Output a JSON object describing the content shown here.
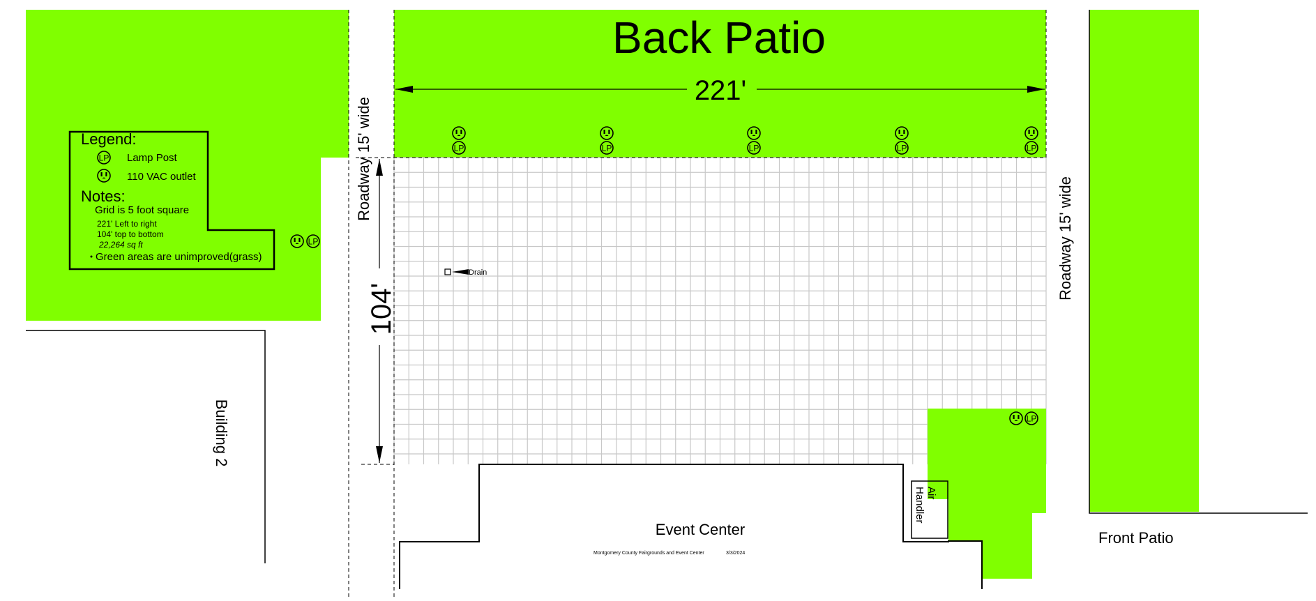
{
  "title": "Back Patio",
  "dimensions": {
    "width_label": "221'",
    "height_label": "104'"
  },
  "roadways": {
    "left": "Roadway 15' wide",
    "right": "Roadway 15' wide"
  },
  "legend": {
    "heading": "Legend:",
    "lamp_post": "Lamp Post",
    "outlet": "110 VAC outlet",
    "notes_heading": "Notes:",
    "note_grid": "Grid is 5 foot square",
    "note_lr": "221' Left to right",
    "note_tb": "104' top to bottom",
    "note_area": "22,264 sq ft",
    "note_green": "Green areas are unimproved(grass)"
  },
  "labels": {
    "drain": "Drain",
    "building2": "Building 2",
    "event_center": "Event Center",
    "air_handler_line1": "Air",
    "air_handler_line2": "Handler",
    "front_patio": "Front Patio",
    "footer_org": "Montgomery County Fairgrounds and Event Center",
    "footer_date": "3/3/2024"
  },
  "icons": {
    "outlet": "outlet-icon",
    "lamp": "lamp-post-icon"
  },
  "colors": {
    "grass": "#80ff00",
    "grid": "#c8c8c8",
    "line": "#000000"
  }
}
